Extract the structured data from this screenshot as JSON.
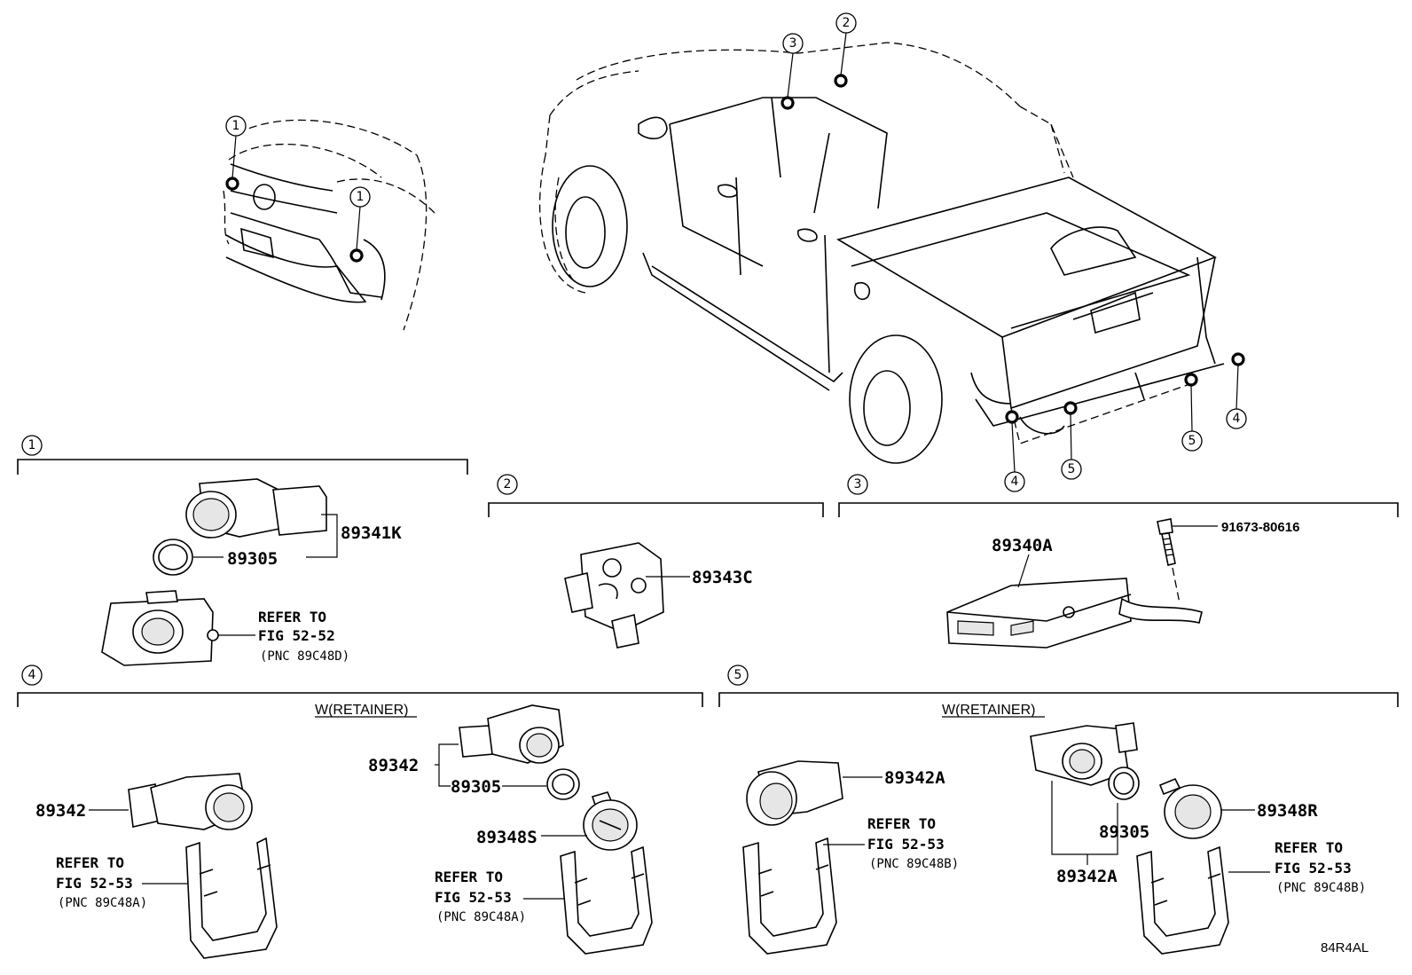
{
  "callouts": [
    "1",
    "2",
    "3",
    "4",
    "5"
  ],
  "sections": {
    "s1": {
      "number": "1",
      "sensor_part": "89341K",
      "ring_part": "89305",
      "refer": [
        "REFER TO",
        "FIG 52-52",
        "(PNC 89C48D)"
      ]
    },
    "s2": {
      "number": "2",
      "switch_part": "89343C"
    },
    "s3": {
      "number": "3",
      "ecu_part": "89340A",
      "bolt_part": "91673-80616"
    },
    "s4": {
      "number": "4",
      "variant": "W(RETAINER)",
      "left_sensor_part": "89342",
      "left_refer": [
        "REFER TO",
        "FIG 52-53",
        "(PNC 89C48A)"
      ],
      "right_sensor_part": "89342",
      "right_ring_part": "89305",
      "right_retainer_part": "89348S",
      "right_refer": [
        "REFER TO",
        "FIG 52-53",
        "(PNC 89C48A)"
      ]
    },
    "s5": {
      "number": "5",
      "variant": "W(RETAINER)",
      "left_sensor_part": "89342A",
      "left_refer": [
        "REFER TO",
        "FIG 52-53",
        "(PNC 89C48B)"
      ],
      "right_ring_part": "89305",
      "right_sensor_part": "89342A",
      "right_retainer_part": "89348R",
      "right_refer": [
        "REFER TO",
        "FIG 52-53",
        "(PNC 89C48B)"
      ]
    }
  },
  "illustration_code": "84R4AL"
}
